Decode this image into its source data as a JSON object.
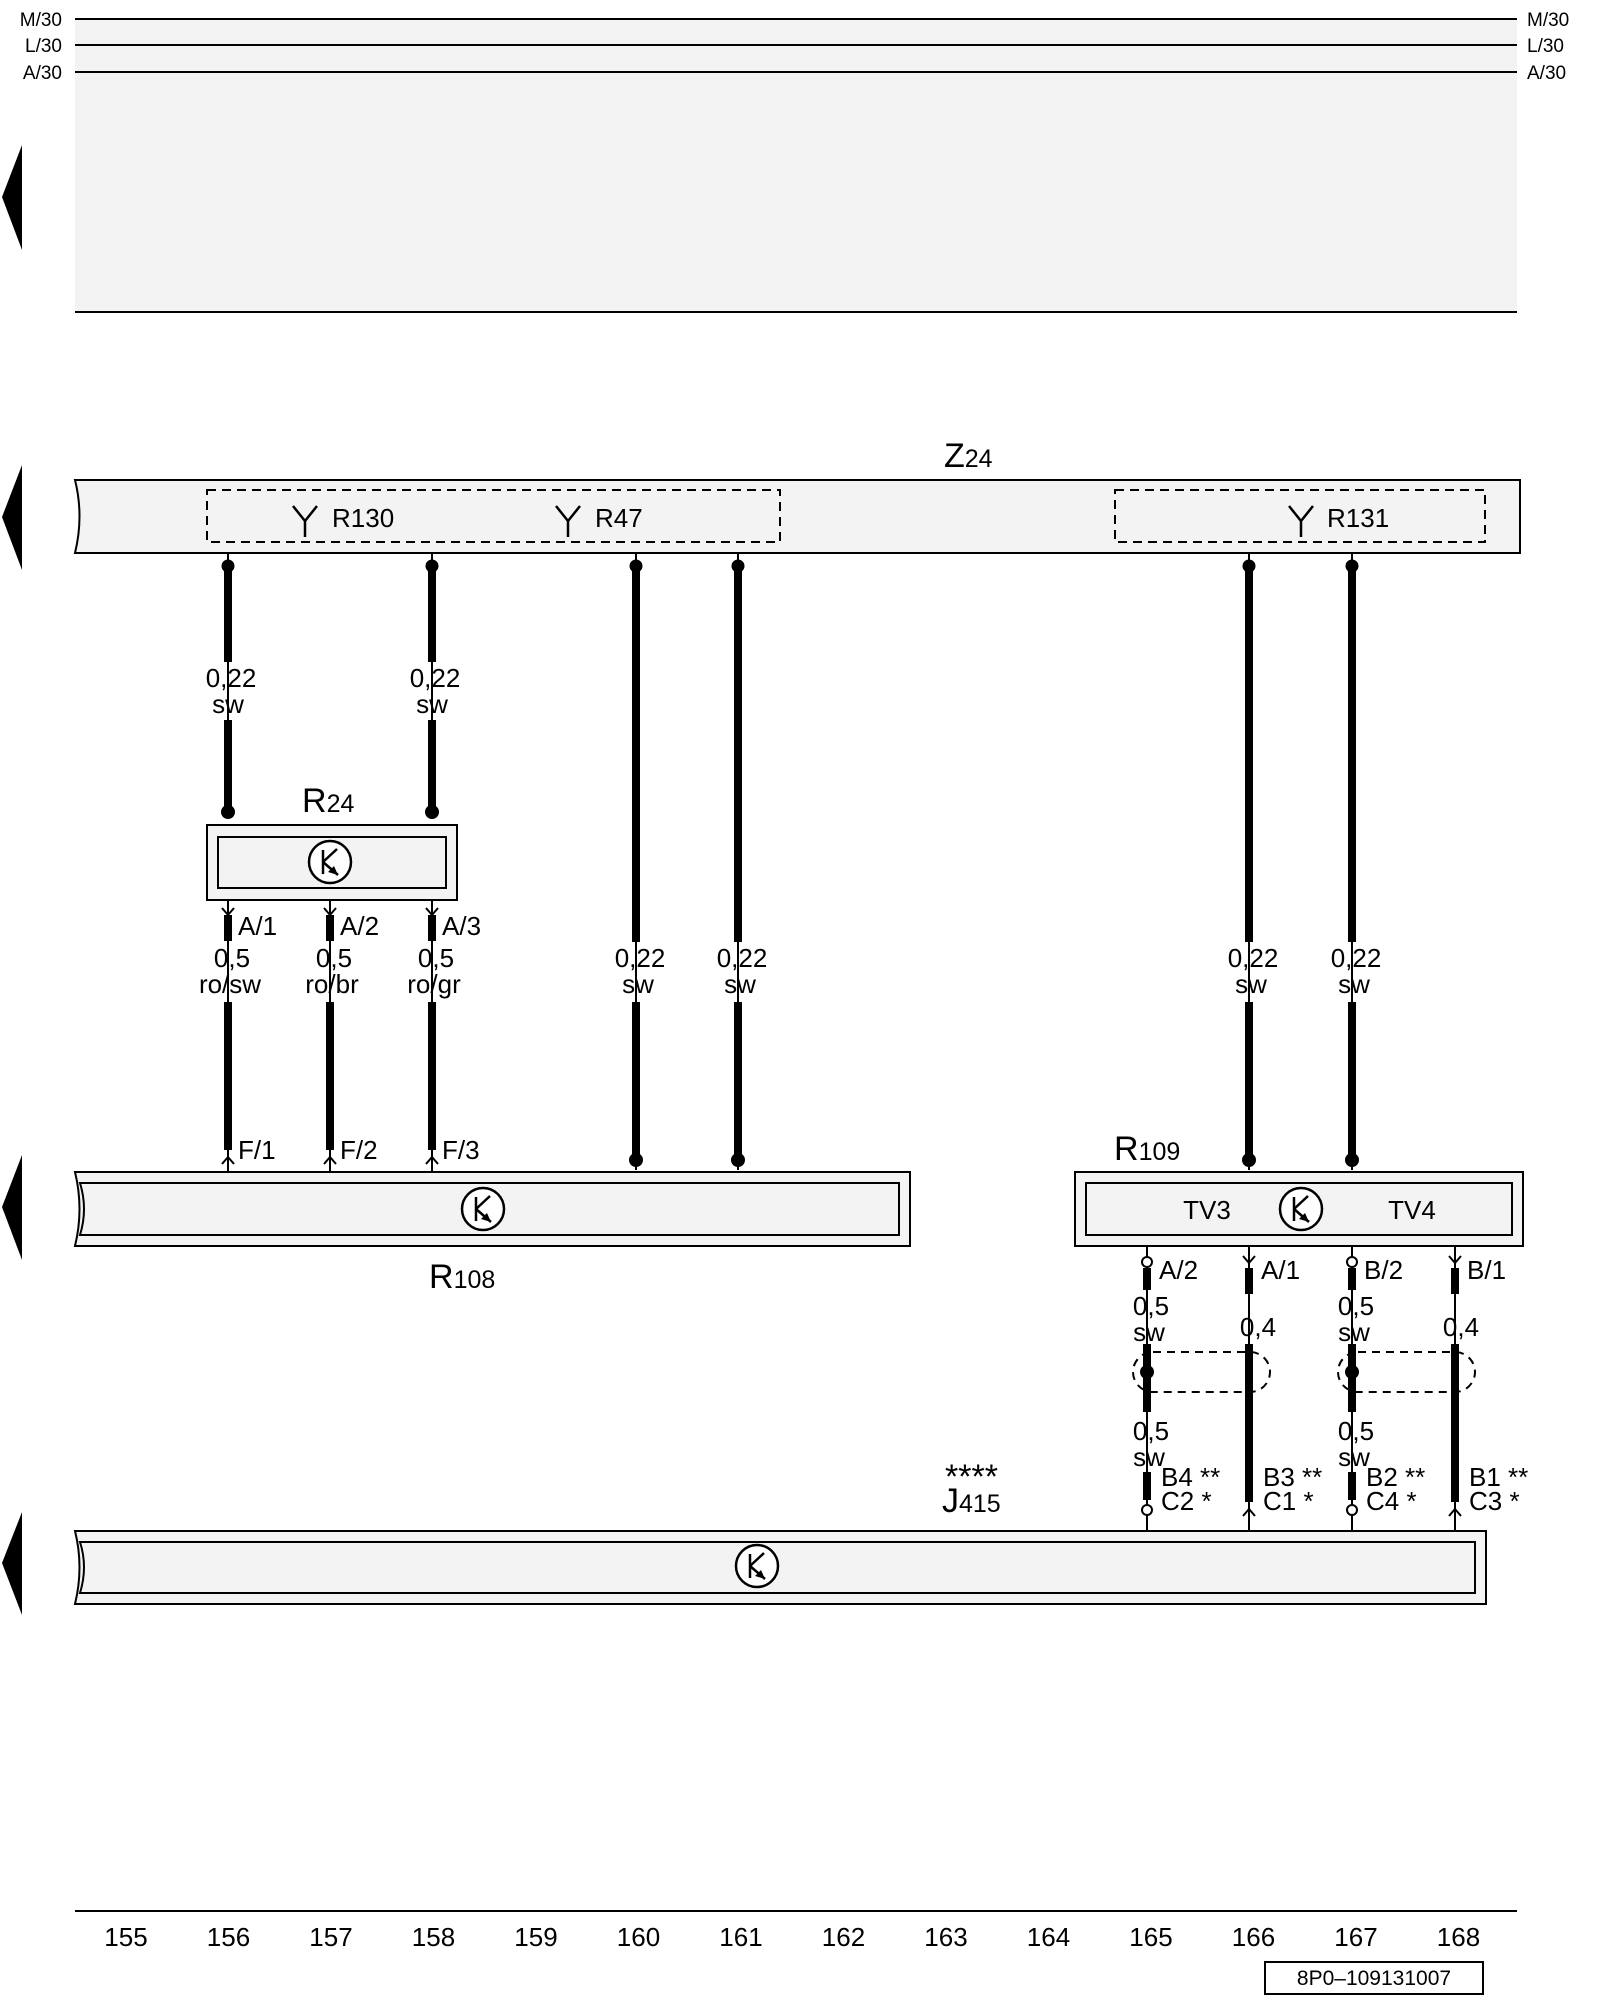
{
  "rails": [
    {
      "label": "M/30"
    },
    {
      "label": "L/30"
    },
    {
      "label": "A/30"
    }
  ],
  "components": {
    "z24": {
      "letter": "Z",
      "number": "24"
    },
    "r24": {
      "letter": "R",
      "number": "24"
    },
    "r108": {
      "letter": "R",
      "number": "108"
    },
    "r109": {
      "letter": "R",
      "number": "109"
    },
    "j415": {
      "letter": "J",
      "number": "415",
      "marker": "****"
    }
  },
  "antennas": [
    {
      "label": "R130"
    },
    {
      "label": "R47"
    },
    {
      "label": "R131"
    }
  ],
  "r109_channels": {
    "left": "TV3",
    "right": "TV4"
  },
  "wire_labels": {
    "z24_r24_left": {
      "size": "0,22",
      "color": "sw"
    },
    "z24_r24_right": {
      "size": "0,22",
      "color": "sw"
    },
    "r24_out_1": {
      "size": "0,5",
      "color": "ro/sw"
    },
    "r24_out_2": {
      "size": "0,5",
      "color": "ro/br"
    },
    "r24_out_3": {
      "size": "0,5",
      "color": "ro/gr"
    },
    "z24_r108_a": {
      "size": "0,22",
      "color": "sw"
    },
    "z24_r108_b": {
      "size": "0,22",
      "color": "sw"
    },
    "z24_r109_a": {
      "size": "0,22",
      "color": "sw"
    },
    "z24_r109_b": {
      "size": "0,22",
      "color": "sw"
    },
    "r109_j415_1_top": {
      "size": "0,5",
      "color": "sw"
    },
    "r109_j415_1_bot": {
      "size": "0,5",
      "color": "sw"
    },
    "r109_j415_2": {
      "size": "0,4",
      "color": ""
    },
    "r109_j415_3_top": {
      "size": "0,5",
      "color": "sw"
    },
    "r109_j415_3_bot": {
      "size": "0,5",
      "color": "sw"
    },
    "r109_j415_4": {
      "size": "0,4",
      "color": ""
    }
  },
  "pins": {
    "r24": [
      "A/1",
      "A/2",
      "A/3"
    ],
    "r108": [
      "F/1",
      "F/2",
      "F/3"
    ],
    "r109": [
      "A/2",
      "A/1",
      "B/2",
      "B/1"
    ],
    "j415": [
      {
        "top": "B4",
        "top_mark": "**",
        "bottom": "C2",
        "bottom_mark": "*"
      },
      {
        "top": "B3",
        "top_mark": "**",
        "bottom": "C1",
        "bottom_mark": "*"
      },
      {
        "top": "B2",
        "top_mark": "**",
        "bottom": "C4",
        "bottom_mark": "*"
      },
      {
        "top": "B1",
        "top_mark": "**",
        "bottom": "C3",
        "bottom_mark": "*"
      }
    ]
  },
  "columns": [
    "155",
    "156",
    "157",
    "158",
    "159",
    "160",
    "161",
    "162",
    "163",
    "164",
    "165",
    "166",
    "167",
    "168"
  ],
  "diagram_id": "8P0–109131007"
}
